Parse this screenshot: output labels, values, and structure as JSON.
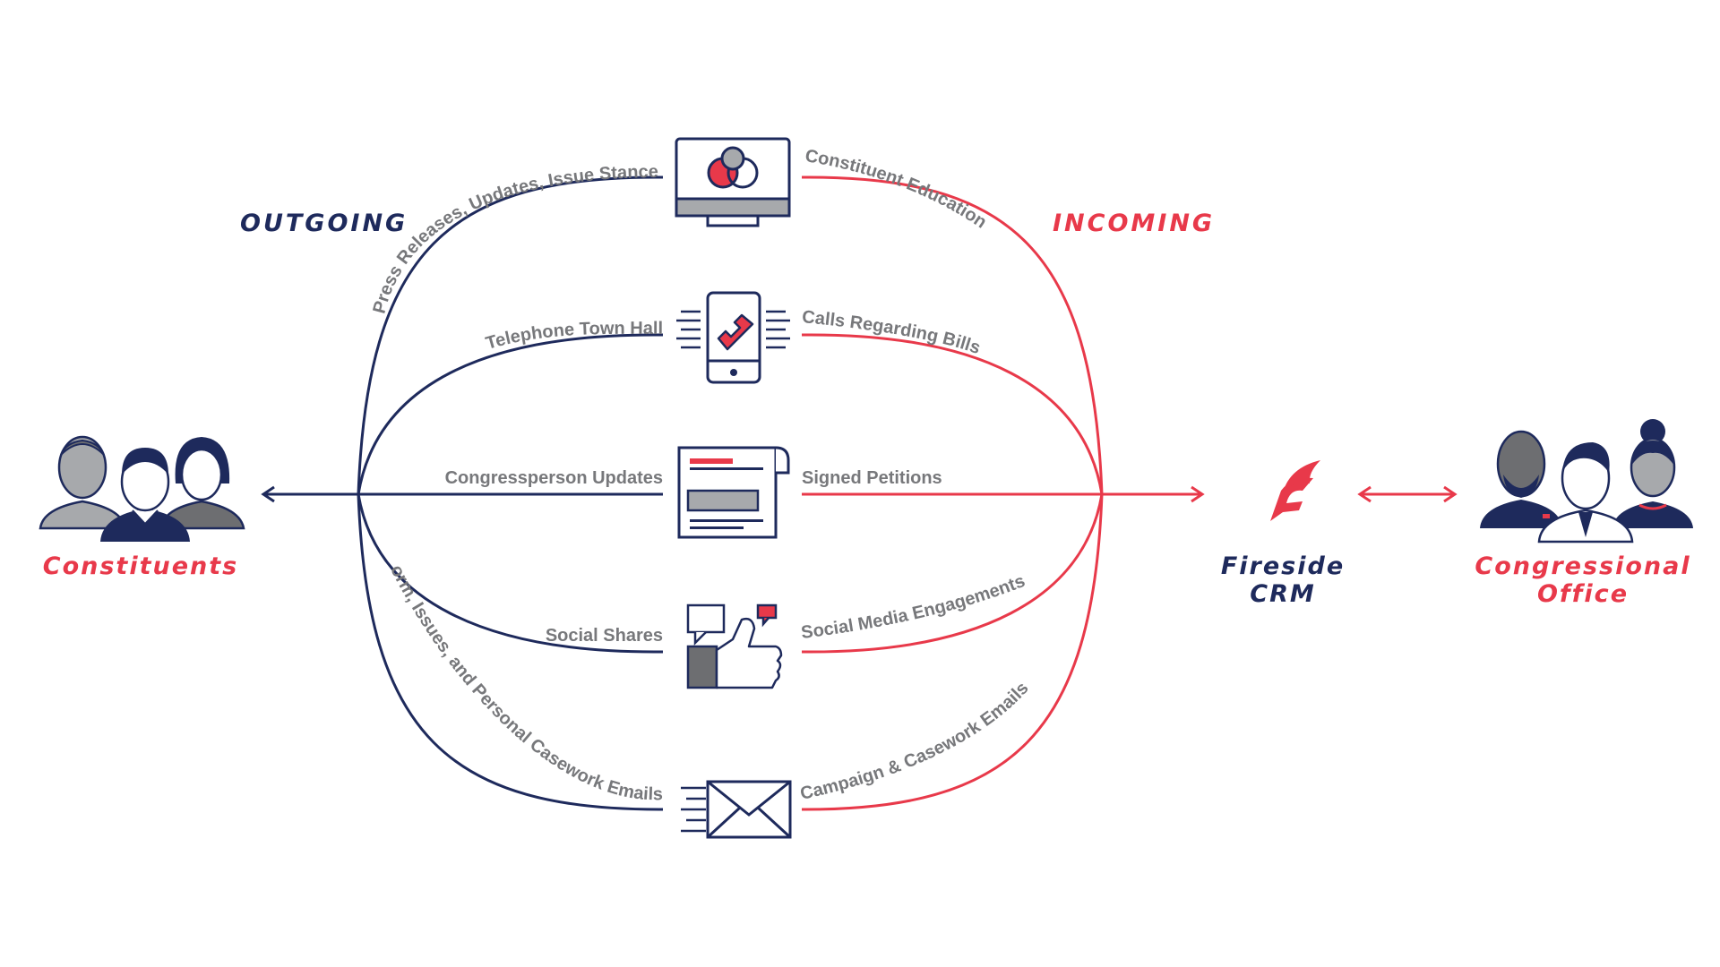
{
  "headers": {
    "outgoing": "OUTGOING",
    "incoming": "INCOMING"
  },
  "entities": {
    "constituents": "Constituents",
    "crm_line1": "Fireside",
    "crm_line2": "CRM",
    "office_line1": "Congressional",
    "office_line2": "Office"
  },
  "channels": [
    {
      "icon": "computer-monitor-icon",
      "outgoing": "Press Releases, Updates, Issue Stance",
      "incoming": "Constituent Education"
    },
    {
      "icon": "smartphone-call-icon",
      "outgoing": "Telephone Town Hall",
      "incoming": "Calls Regarding Bills"
    },
    {
      "icon": "document-icon",
      "outgoing": "Congressperson Updates",
      "incoming": "Signed Petitions"
    },
    {
      "icon": "social-like-icon",
      "outgoing": "Social Shares",
      "incoming": "Social Media Engagements"
    },
    {
      "icon": "email-envelope-icon",
      "outgoing": "Form, Issues, and Personal Casework Emails",
      "incoming": "Campaign & Casework Emails"
    }
  ],
  "colors": {
    "navy": "#1e2a5c",
    "red": "#e8394a",
    "gray": "#77787b",
    "light_gray": "#a7a9ac",
    "dark_gray": "#6d6e71"
  }
}
